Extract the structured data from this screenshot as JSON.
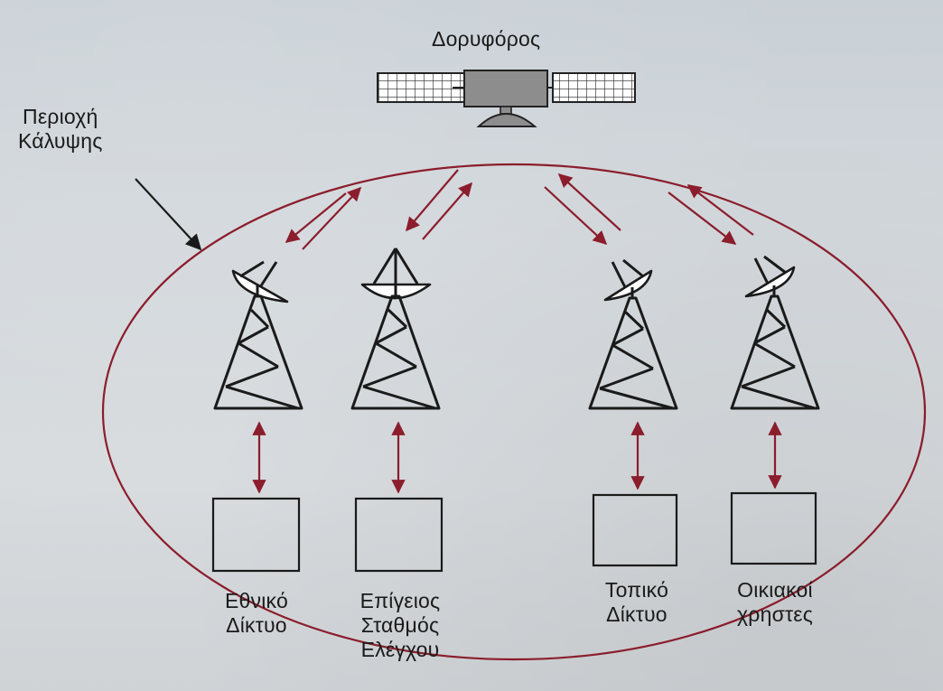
{
  "diagram": {
    "satellite_label": "Δορυφόρος",
    "coverage_label": [
      "Περιοχή",
      "Κάλυψης"
    ],
    "stations": [
      {
        "lines": [
          "Εθνικό",
          "Δίκτυο"
        ]
      },
      {
        "lines": [
          "Επίγειος",
          "Σταθμός",
          "Ελέγχου"
        ]
      },
      {
        "lines": [
          "Τοπικό",
          "Δίκτυο"
        ]
      },
      {
        "lines": [
          "Οικιακοί",
          "χρηστες"
        ]
      }
    ],
    "colors": {
      "arrow": "#8b1d2c",
      "ellipse": "#8b1d2c",
      "ink": "#1a1a1a"
    },
    "icons": [
      "satellite-icon",
      "antenna-tower-icon",
      "terminal-box-icon"
    ]
  }
}
